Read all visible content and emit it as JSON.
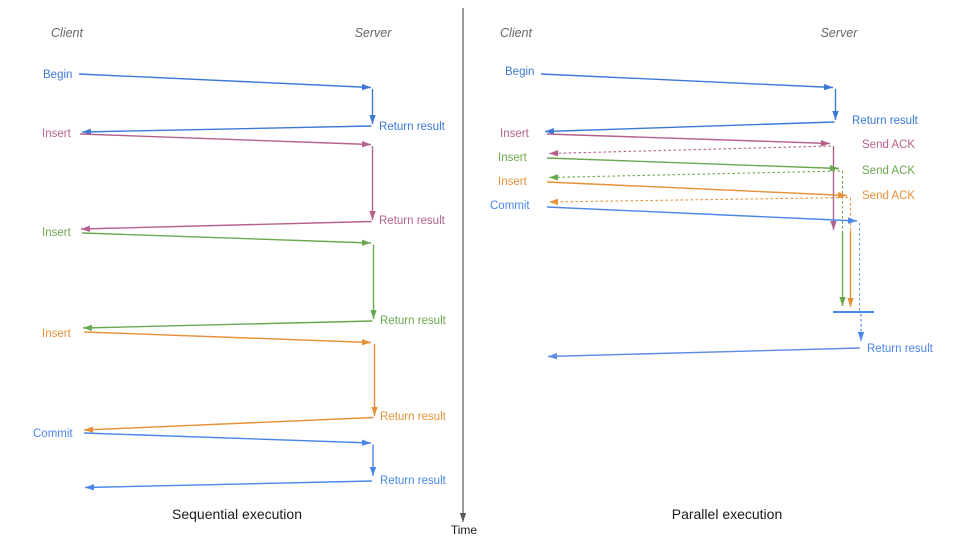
{
  "time_axis": {
    "label": "Time"
  },
  "colors": {
    "begin_blue": "#3c78d8",
    "insert_pink": "#b5618d",
    "insert_green": "#6aa84f",
    "insert_orange": "#e69138",
    "commit_blue": "#4a86e8",
    "final_return_blue": "#5c8ce6",
    "axis_gray": "#595959",
    "lifeline_gray": "#666666"
  },
  "sequential": {
    "title": "Sequential execution",
    "client": "Client",
    "server": "Server",
    "steps": [
      {
        "request": "Begin",
        "response": "Return result"
      },
      {
        "request": "Insert",
        "response": "Return result"
      },
      {
        "request": "Insert",
        "response": "Return result"
      },
      {
        "request": "Insert",
        "response": "Return result"
      },
      {
        "request": "Commit",
        "response": "Return result"
      }
    ]
  },
  "parallel": {
    "title": "Parallel execution",
    "client": "Client",
    "server": "Server",
    "steps": [
      {
        "request": "Begin",
        "response": "Return result"
      },
      {
        "request": "Insert",
        "response": "Send ACK"
      },
      {
        "request": "Insert",
        "response": "Send ACK"
      },
      {
        "request": "Insert",
        "response": "Send ACK"
      },
      {
        "request": "Commit",
        "response": "Return result"
      }
    ]
  }
}
